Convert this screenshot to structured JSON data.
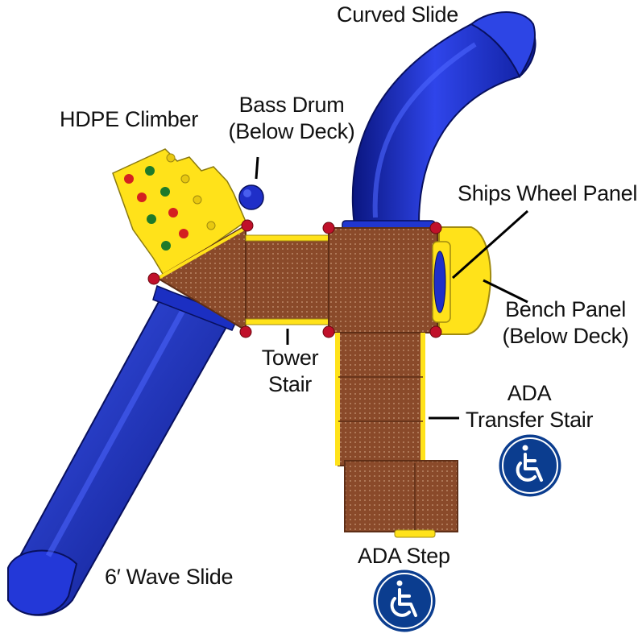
{
  "labels": {
    "curved_slide": "Curved Slide",
    "hdpe_climber": "HDPE Climber",
    "bass_drum": [
      "Bass Drum",
      "(Below Deck)"
    ],
    "ships_wheel_panel": "Ships Wheel Panel",
    "bench_panel": [
      "Bench Panel",
      "(Below Deck)"
    ],
    "tower_stair": [
      "Tower",
      "Stair"
    ],
    "ada_transfer_stair": [
      "ADA",
      "Transfer Stair"
    ],
    "ada_step": "ADA Step",
    "wave_slide": "6′ Wave Slide"
  },
  "icons": {
    "accessibility": "wheelchair-accessibility-icon"
  },
  "colors": {
    "slide_blue": "#1f2fc8",
    "slide_blue_dark": "#0a1680",
    "deck_brown": "#8a4a2a",
    "deck_brown_dark": "#5e2e16",
    "accent_yellow": "#ffe21a",
    "clamp_red": "#c0102a",
    "hold_green": "#1e7a2a",
    "hold_red": "#d42020",
    "badge_blue": "#0b3d8f"
  }
}
